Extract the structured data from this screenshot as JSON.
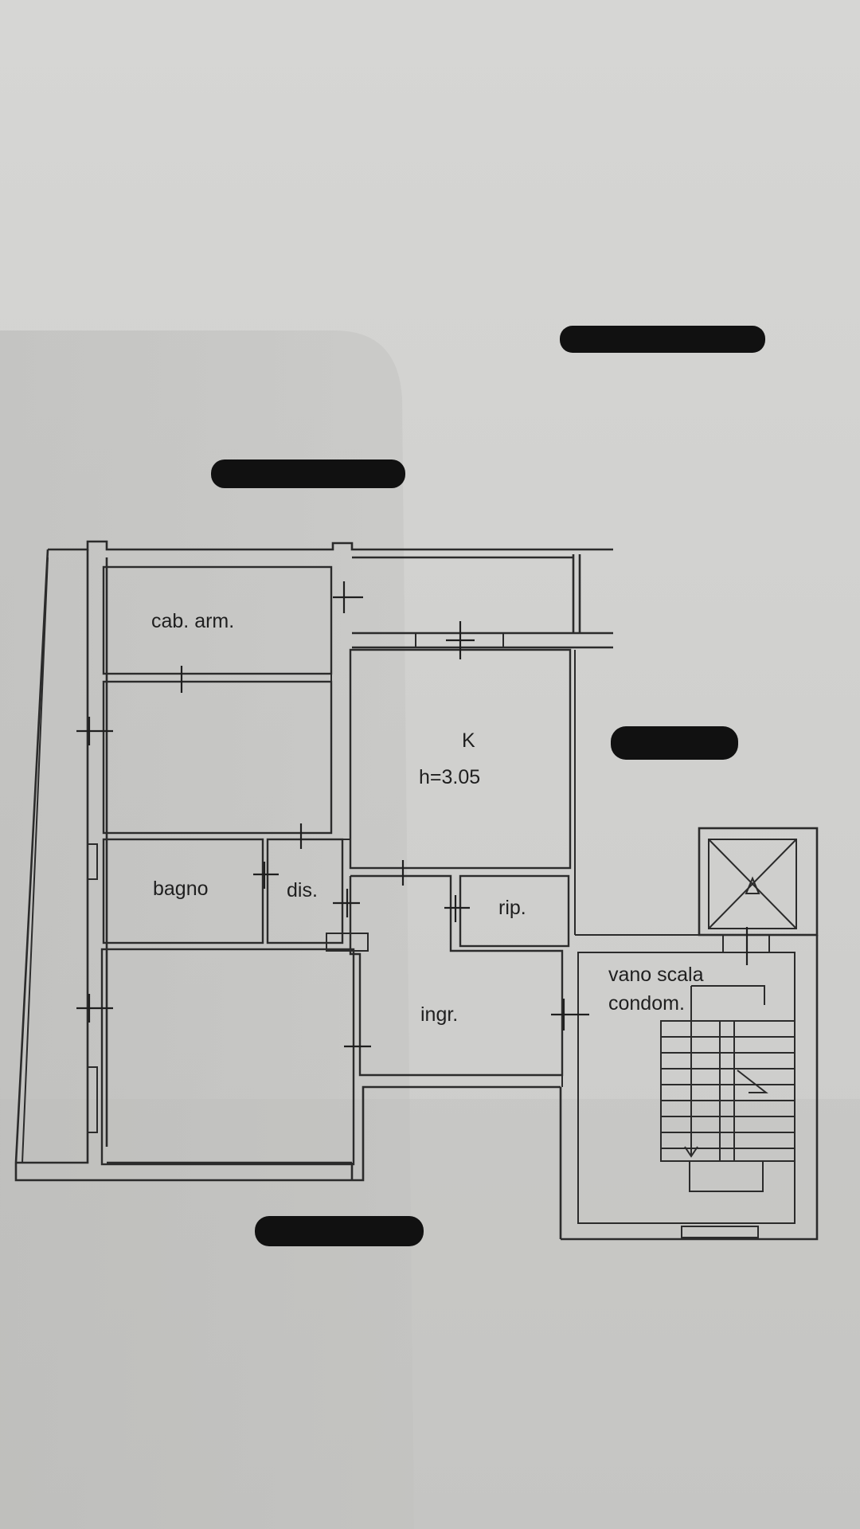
{
  "plan": {
    "rooms": {
      "cab_arm": "cab. arm.",
      "kitchen": "K",
      "kitchen_height": "h=3.05",
      "bagno": "bagno",
      "dis": "dis.",
      "rip": "rip.",
      "ingr": "ingr.",
      "vano_scala_1": "vano scala",
      "vano_scala_2": "condom."
    },
    "redactions": 4
  },
  "colors": {
    "paper": "#cfcfcd",
    "line": "#2b2b2b",
    "redaction": "#111111"
  }
}
